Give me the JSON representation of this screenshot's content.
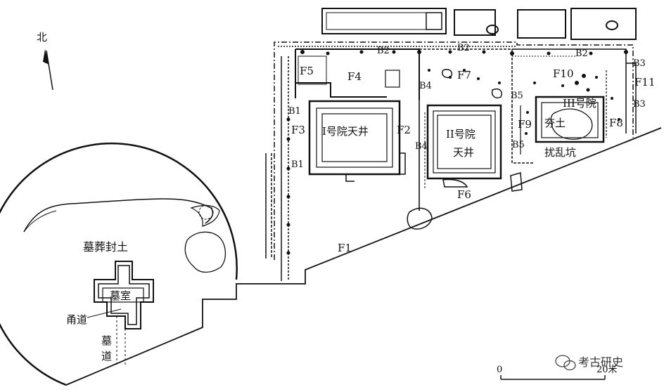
{
  "colors": {
    "ink": "#111111",
    "paper": "#ffffff"
  },
  "north_label": "北",
  "rooms": {
    "f1": "F1",
    "f2": "F2",
    "f3": "F3",
    "f4": "F4",
    "f5": "F5",
    "f6": "F6",
    "f7": "F7",
    "f8": "F8",
    "f9": "F9",
    "f10": "F10",
    "f11": "F11"
  },
  "boundaries": {
    "b1_upper": "B1",
    "b1_lower": "B1",
    "b2_left": "B2",
    "b2_mid": "B2",
    "b2_right": "B2",
    "b3_upper": "B3",
    "b3_lower": "B3",
    "b4_upper": "B4",
    "b4_lower": "B4",
    "b5_upper": "B5",
    "b5_lower": "B5"
  },
  "courtyards": {
    "courtyard1": "I号院天井",
    "courtyard2_line1": "II号院",
    "courtyard2_line2": "天井",
    "courtyard3": "III号院"
  },
  "features": {
    "rammed_earth": "夯土",
    "disturbed_pit": "扰乱坑"
  },
  "tomb": {
    "mound": "墓葬封土",
    "chamber": "墓室",
    "passage": "甬道",
    "ramp_line1": "墓",
    "ramp_line2": "道"
  },
  "scale": {
    "zero": "0",
    "end": "20米"
  },
  "watermark": "考古研史",
  "watermark_icon": "wechat-icon"
}
